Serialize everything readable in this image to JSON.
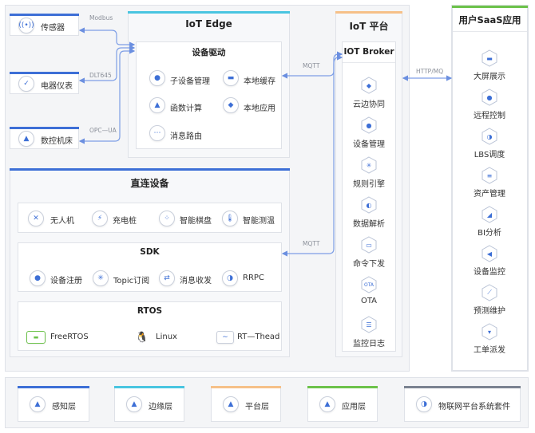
{
  "devices": {
    "sensor": "传感器",
    "meter": "电器仪表",
    "cnc": "数控机床",
    "protocols": [
      "Modbus",
      "DLT645",
      "OPC—UA"
    ]
  },
  "edge": {
    "title": "IoT Edge",
    "driver_title": "设备驱动",
    "items": [
      "子设备管理",
      "本地缓存",
      "函数计算",
      "本地应用",
      "消息路由"
    ]
  },
  "direct": {
    "title": "直连设备",
    "devices": [
      "无人机",
      "充电桩",
      "智能棋盘",
      "智能测温"
    ],
    "sdk_title": "SDK",
    "sdk_items": [
      "设备注册",
      "Topic订阅",
      "消息收发",
      "RRPC"
    ],
    "rtos_title": "RTOS",
    "rtos_items": [
      "FreeRTOS",
      "Linux",
      "RT—Thead"
    ]
  },
  "mqtt": [
    "MQTT",
    "MQTT"
  ],
  "http": "HTTP/MQ",
  "platform": {
    "title": "IoT 平台",
    "broker": "IOT Broker",
    "items": [
      "云边协同",
      "设备管理",
      "规则引擎",
      "数据解析",
      "命令下发",
      "OTA",
      "监控日志"
    ]
  },
  "saas": {
    "title": "用户SaaS应用",
    "items": [
      "大屏展示",
      "远程控制",
      "LBS调度",
      "资产管理",
      "BI分析",
      "设备监控",
      "预测维护",
      "工单派发"
    ]
  },
  "legend": [
    "感知层",
    "边缘层",
    "平台层",
    "应用层",
    "物联网平台系统套件"
  ],
  "colors": {
    "accent": "#3d6fd6",
    "edge": "#49c5e0",
    "platform": "#f6c088",
    "app": "#6cc24a",
    "suite": "#7a8290"
  }
}
